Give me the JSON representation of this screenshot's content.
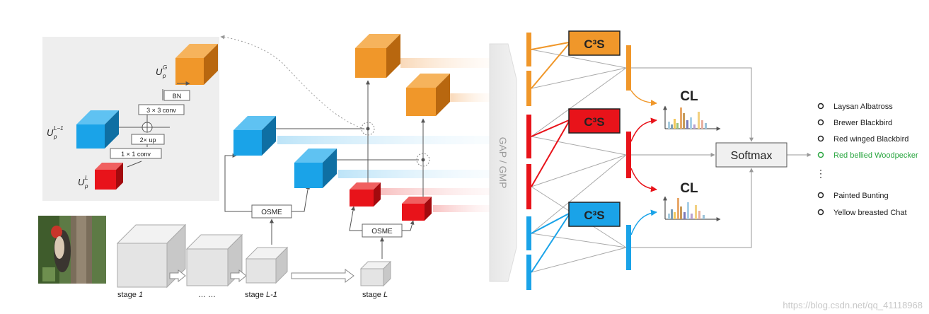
{
  "inset": {
    "label_ug": "U",
    "label_ug_sub": "p",
    "label_ug_sup": "G",
    "label_ul1": "U",
    "label_ul1_sub": "p",
    "label_ul1_sup": "L−1",
    "label_ul": "U",
    "label_ul_sub": "p",
    "label_ul_sup": "L",
    "bn": "BN",
    "conv3": "3 × 3 conv",
    "up": "2× up",
    "conv1": "1 × 1 conv"
  },
  "backbone": {
    "stage1": "stage ",
    "stage1_num": "1",
    "stage_dots": "… …",
    "stageL1": "stage ",
    "stageL1_num": "L-1",
    "stageL": "stage ",
    "stageL_num": "L"
  },
  "osme": {
    "left": "OSME",
    "right": "OSME"
  },
  "pool": {
    "label": "GAP / GMP"
  },
  "c3s": {
    "top": "C³S",
    "mid": "C³S",
    "bot": "C³S"
  },
  "cl": {
    "top": "CL",
    "bot": "CL"
  },
  "softmax": {
    "label": "Softmax"
  },
  "classes": {
    "items": [
      "Laysan Albatross",
      "Brewer Blackbird",
      "Red winged Blackbird",
      "Red bellied Woodpecker"
    ],
    "ellipsis": "⋮",
    "items2": [
      "Painted Bunting",
      "Yellow breasted Chat"
    ],
    "highlight_color": "#2aa640"
  },
  "watermark": "https://blog.csdn.net/qq_41118968",
  "colors": {
    "orange": "#f0972a",
    "red": "#e8131a",
    "blue": "#1aa3e8",
    "gray": "#dcdcdc"
  }
}
